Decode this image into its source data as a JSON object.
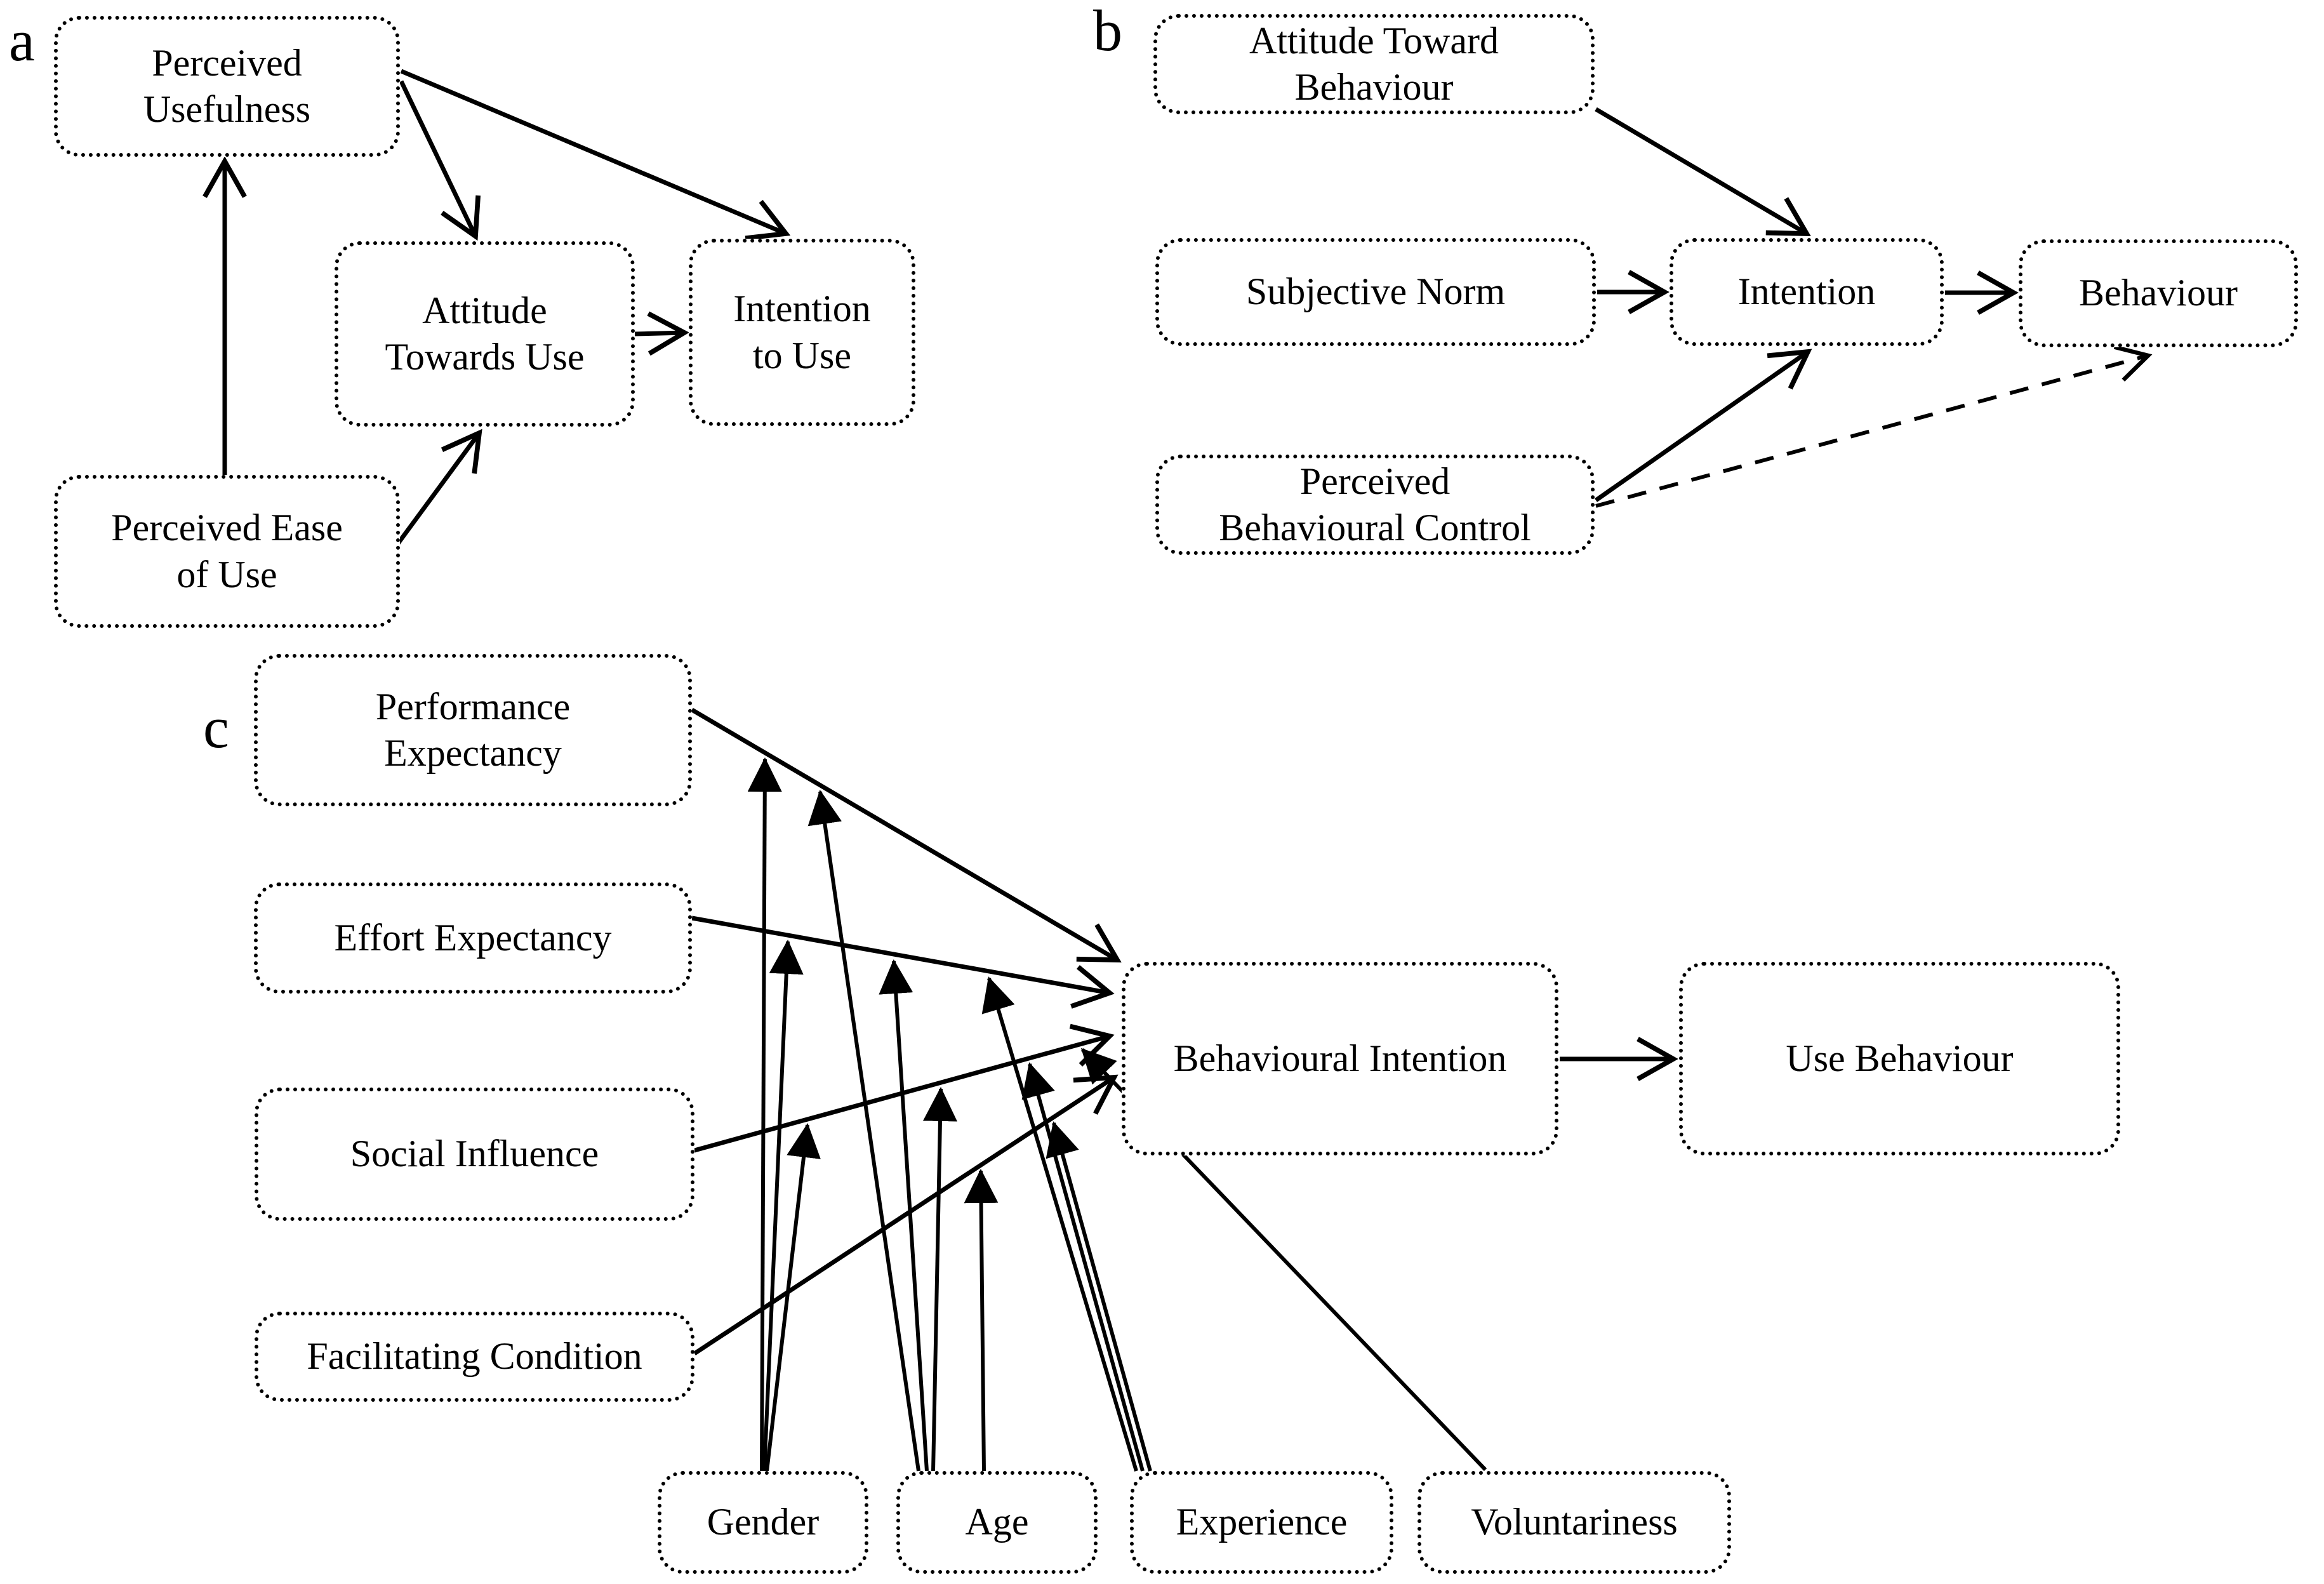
{
  "colors": {
    "ink": "#000000",
    "background": "#ffffff"
  },
  "panel_a": {
    "label": "a",
    "nodes": {
      "perceived_usefulness": "Perceived\nUsefulness",
      "attitude_towards_use": "Attitude\nTowards Use",
      "intention_to_use": "Intention\nto Use",
      "perceived_ease_of_use": "Perceived Ease\nof Use"
    }
  },
  "panel_b": {
    "label": "b",
    "nodes": {
      "attitude_toward_behaviour": "Attitude Toward\nBehaviour",
      "subjective_norm": "Subjective Norm",
      "intention": "Intention",
      "behaviour": "Behaviour",
      "perceived_behavioural_control": "Perceived\nBehavioural Control"
    }
  },
  "panel_c": {
    "label": "c",
    "nodes": {
      "performance_expectancy": "Performance\nExpectancy",
      "effort_expectancy": "Effort Expectancy",
      "social_influence": "Social Influence",
      "facilitating_condition": "Facilitating Condition",
      "behavioural_intention": "Behavioural Intention",
      "use_behaviour": "Use Behaviour",
      "gender": "Gender",
      "age": "Age",
      "experience": "Experience",
      "voluntariness": "Voluntariness"
    }
  }
}
